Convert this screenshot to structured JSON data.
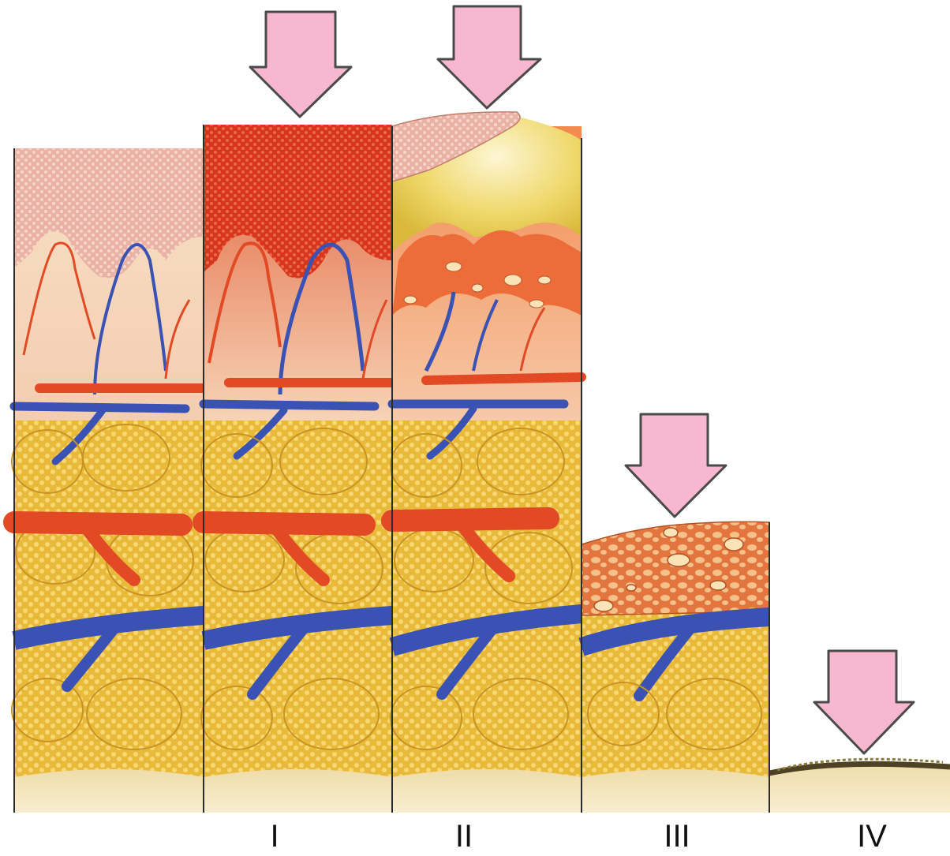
{
  "stages": [
    {
      "id": "normal",
      "label": ""
    },
    {
      "id": "I",
      "label": "I"
    },
    {
      "id": "II",
      "label": "II"
    },
    {
      "id": "III",
      "label": "III"
    },
    {
      "id": "IV",
      "label": "IV"
    }
  ],
  "colors": {
    "arrow_fill": "#f6b7cf",
    "arrow_stroke": "#4a4a4a",
    "fat": "#e8b631",
    "fat_dots": "#f6da74",
    "dermis": "#f7d9b8",
    "epidermis": "#e8a79a",
    "artery": "#e24a26",
    "vein": "#3a52b3",
    "stage1_red": "#d9321b",
    "blister_yellow": "#e8d25a",
    "fascia": "#f3e6bf",
    "eschar": "#6b5b33"
  }
}
